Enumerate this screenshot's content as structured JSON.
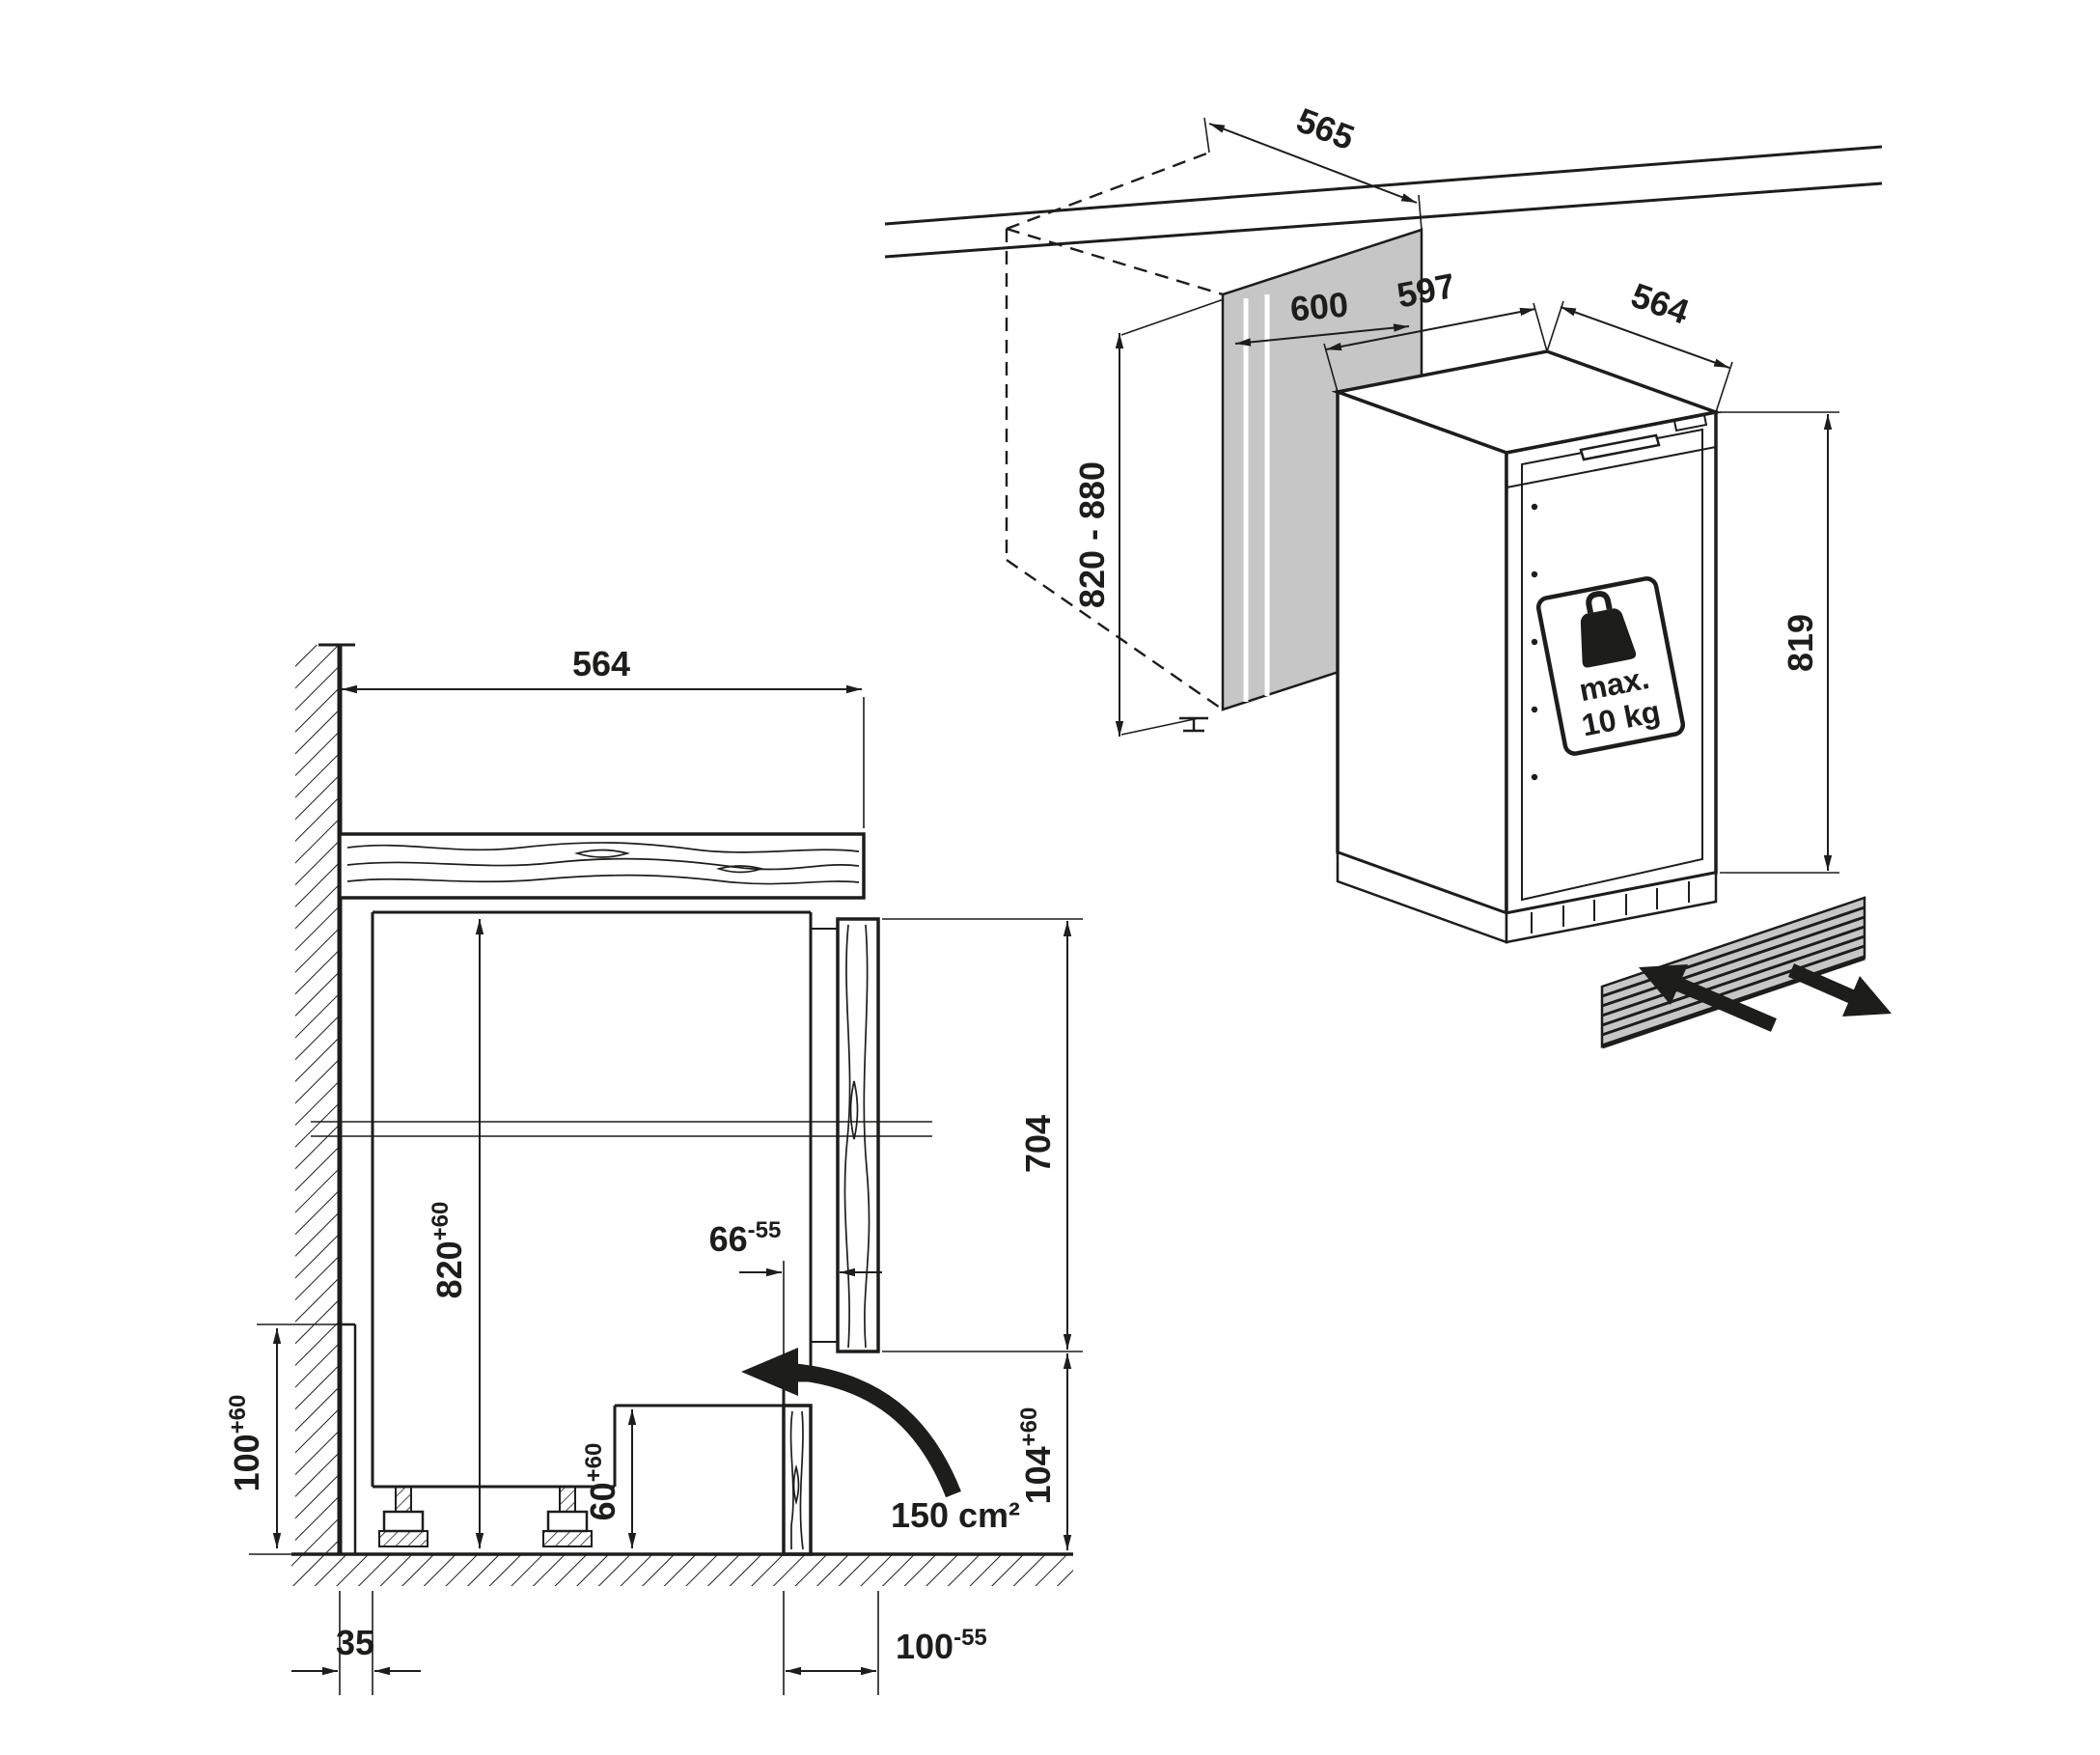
{
  "colors": {
    "ink": "#1d1d1b",
    "shade": "#c6c6c6",
    "bg": "#ffffff"
  },
  "iso": {
    "d565": "565",
    "d600": "600",
    "d820_880": "820 - 880",
    "d597": "597",
    "d564": "564",
    "d819": "819",
    "weight_max": "max.",
    "weight_kg": "10 kg"
  },
  "sec": {
    "d564": "564",
    "d820": {
      "v": "820",
      "t": "+60"
    },
    "d704": "704",
    "d104": {
      "v": "104",
      "t": "+60"
    },
    "d100l": {
      "v": "100",
      "t": "+60"
    },
    "d60": {
      "v": "60",
      "t": "+60"
    },
    "d66": {
      "v": "66",
      "t": "-55"
    },
    "d35": "35",
    "d100b": {
      "v": "100",
      "t": "-55"
    },
    "vent_area": "150 cm²"
  }
}
